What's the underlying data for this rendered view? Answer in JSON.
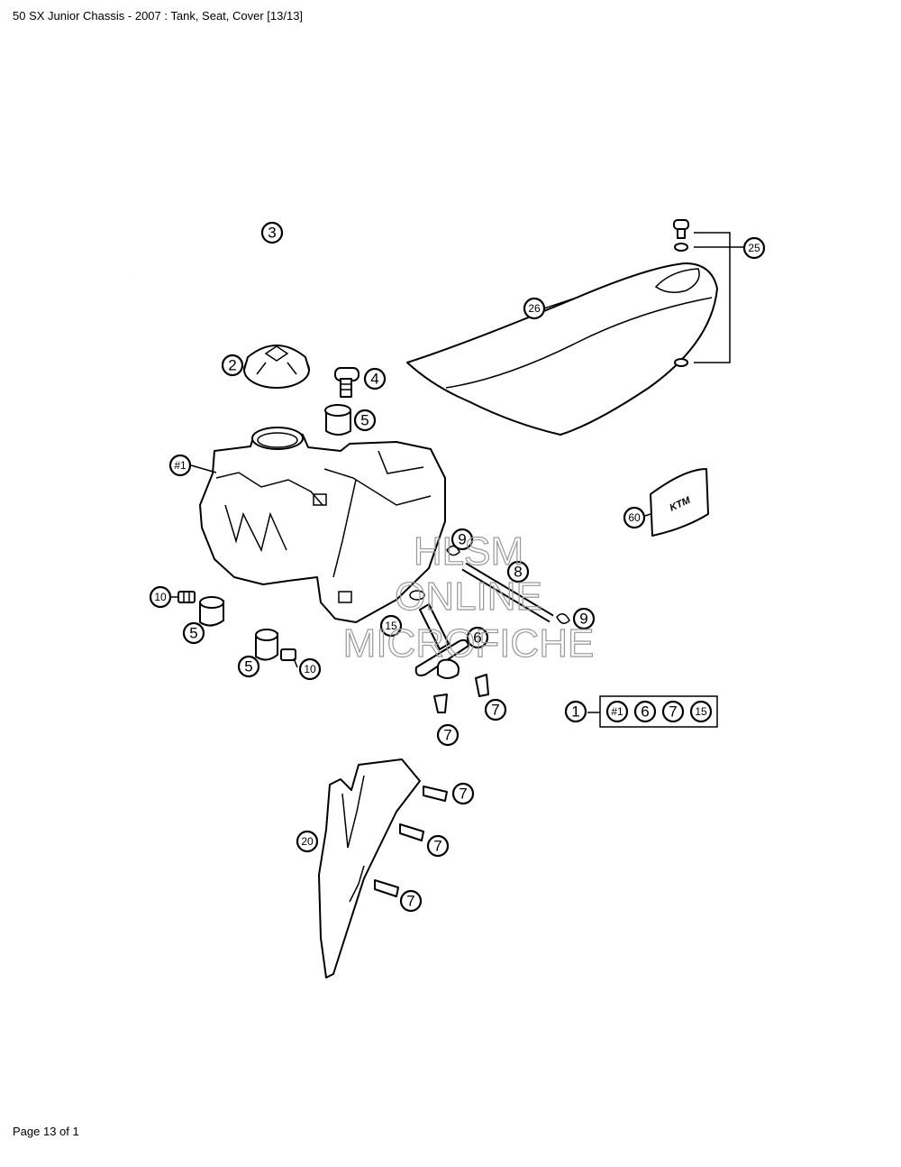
{
  "header": {
    "title": "50 SX Junior Chassis - 2007 : Tank, Seat, Cover [13/13]"
  },
  "footer": {
    "page_label": "Page 13 of 1"
  },
  "watermark": {
    "lines": [
      "HLSM",
      "ONLINE",
      "MICROFICHE"
    ],
    "color": "#999999"
  },
  "callouts": {
    "c3": "3",
    "c2": "2",
    "c4": "4",
    "c5a": "5",
    "c25": "25",
    "c26": "26",
    "c1hash": "#1",
    "c60": "60",
    "c9a": "9",
    "c8": "8",
    "c10a": "10",
    "c9b": "9",
    "c15": "15",
    "c5b": "5",
    "c6": "6",
    "c5c": "5",
    "c10b": "10",
    "c7a": "7",
    "c7b": "7",
    "c7c": "7",
    "c7d": "7",
    "c7e": "7",
    "c20": "20"
  },
  "kit": {
    "label": "1",
    "items": [
      "#1",
      "6",
      "7",
      "15"
    ]
  },
  "seat_logo": "KTM"
}
